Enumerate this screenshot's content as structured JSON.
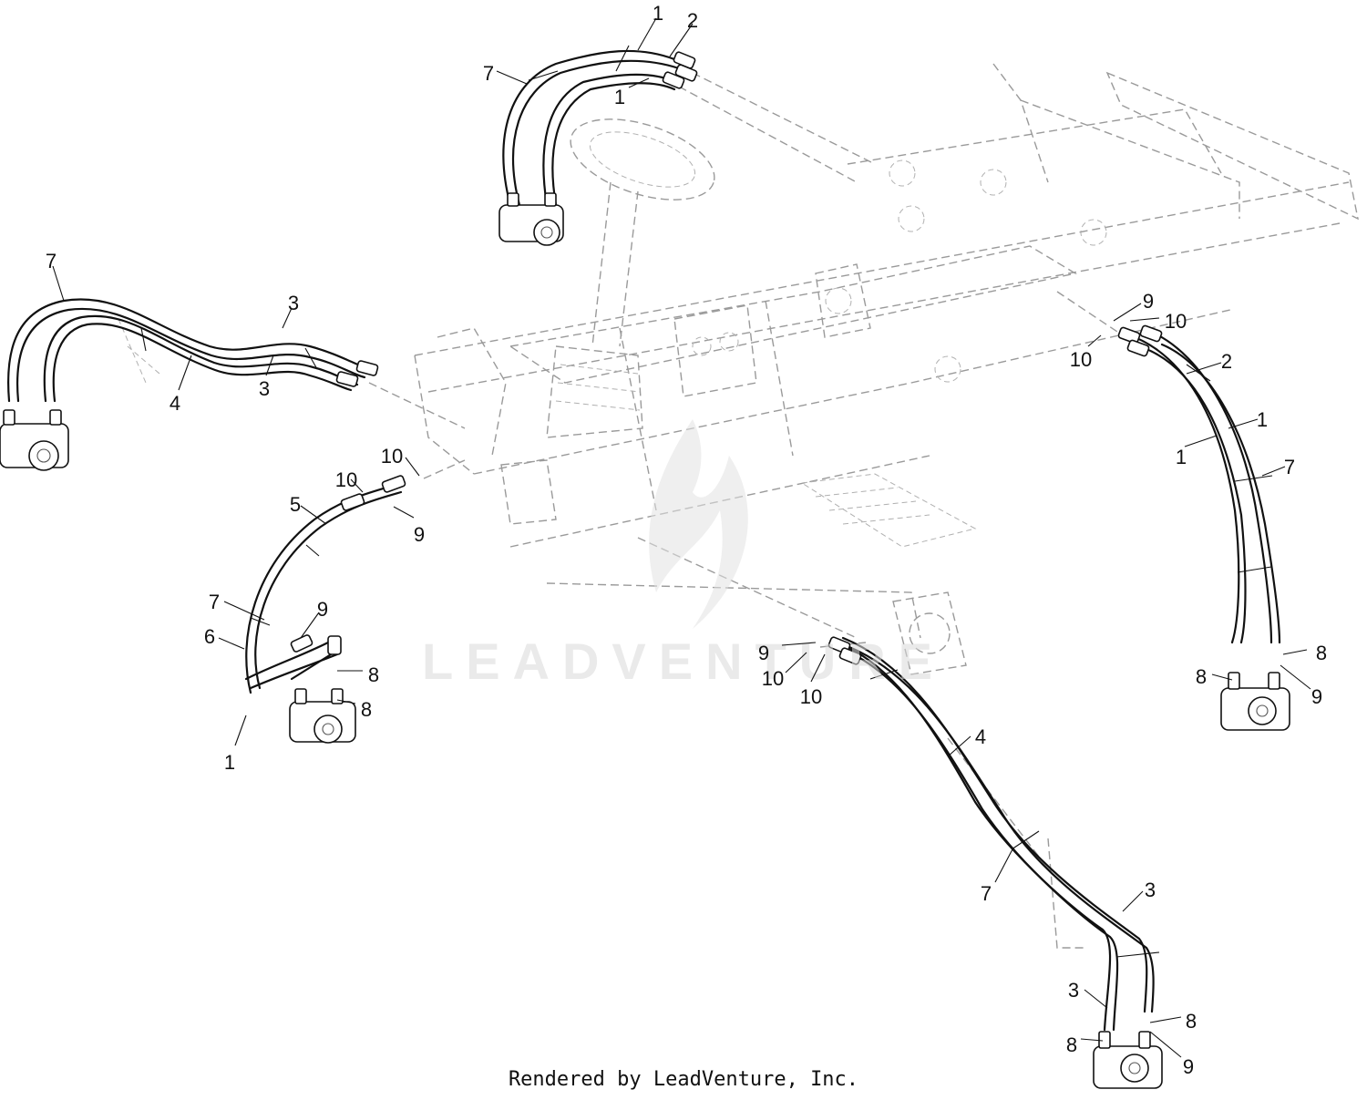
{
  "footer": {
    "text": "Rendered by LeadVenture, Inc."
  },
  "watermark": {
    "text": "LEADVENTURE"
  },
  "callouts": [
    {
      "label": "1"
    },
    {
      "label": "2"
    },
    {
      "label": "7"
    },
    {
      "label": "1"
    },
    {
      "label": "7"
    },
    {
      "label": "3"
    },
    {
      "label": "3"
    },
    {
      "label": "4"
    },
    {
      "label": "10"
    },
    {
      "label": "10"
    },
    {
      "label": "5"
    },
    {
      "label": "9"
    },
    {
      "label": "7"
    },
    {
      "label": "9"
    },
    {
      "label": "6"
    },
    {
      "label": "8"
    },
    {
      "label": "8"
    },
    {
      "label": "1"
    },
    {
      "label": "9"
    },
    {
      "label": "10"
    },
    {
      "label": "10"
    },
    {
      "label": "2"
    },
    {
      "label": "1"
    },
    {
      "label": "1"
    },
    {
      "label": "7"
    },
    {
      "label": "8"
    },
    {
      "label": "8"
    },
    {
      "label": "9"
    },
    {
      "label": "9"
    },
    {
      "label": "10"
    },
    {
      "label": "10"
    },
    {
      "label": "4"
    },
    {
      "label": "7"
    },
    {
      "label": "3"
    },
    {
      "label": "3"
    },
    {
      "label": "8"
    },
    {
      "label": "8"
    },
    {
      "label": "9"
    }
  ]
}
